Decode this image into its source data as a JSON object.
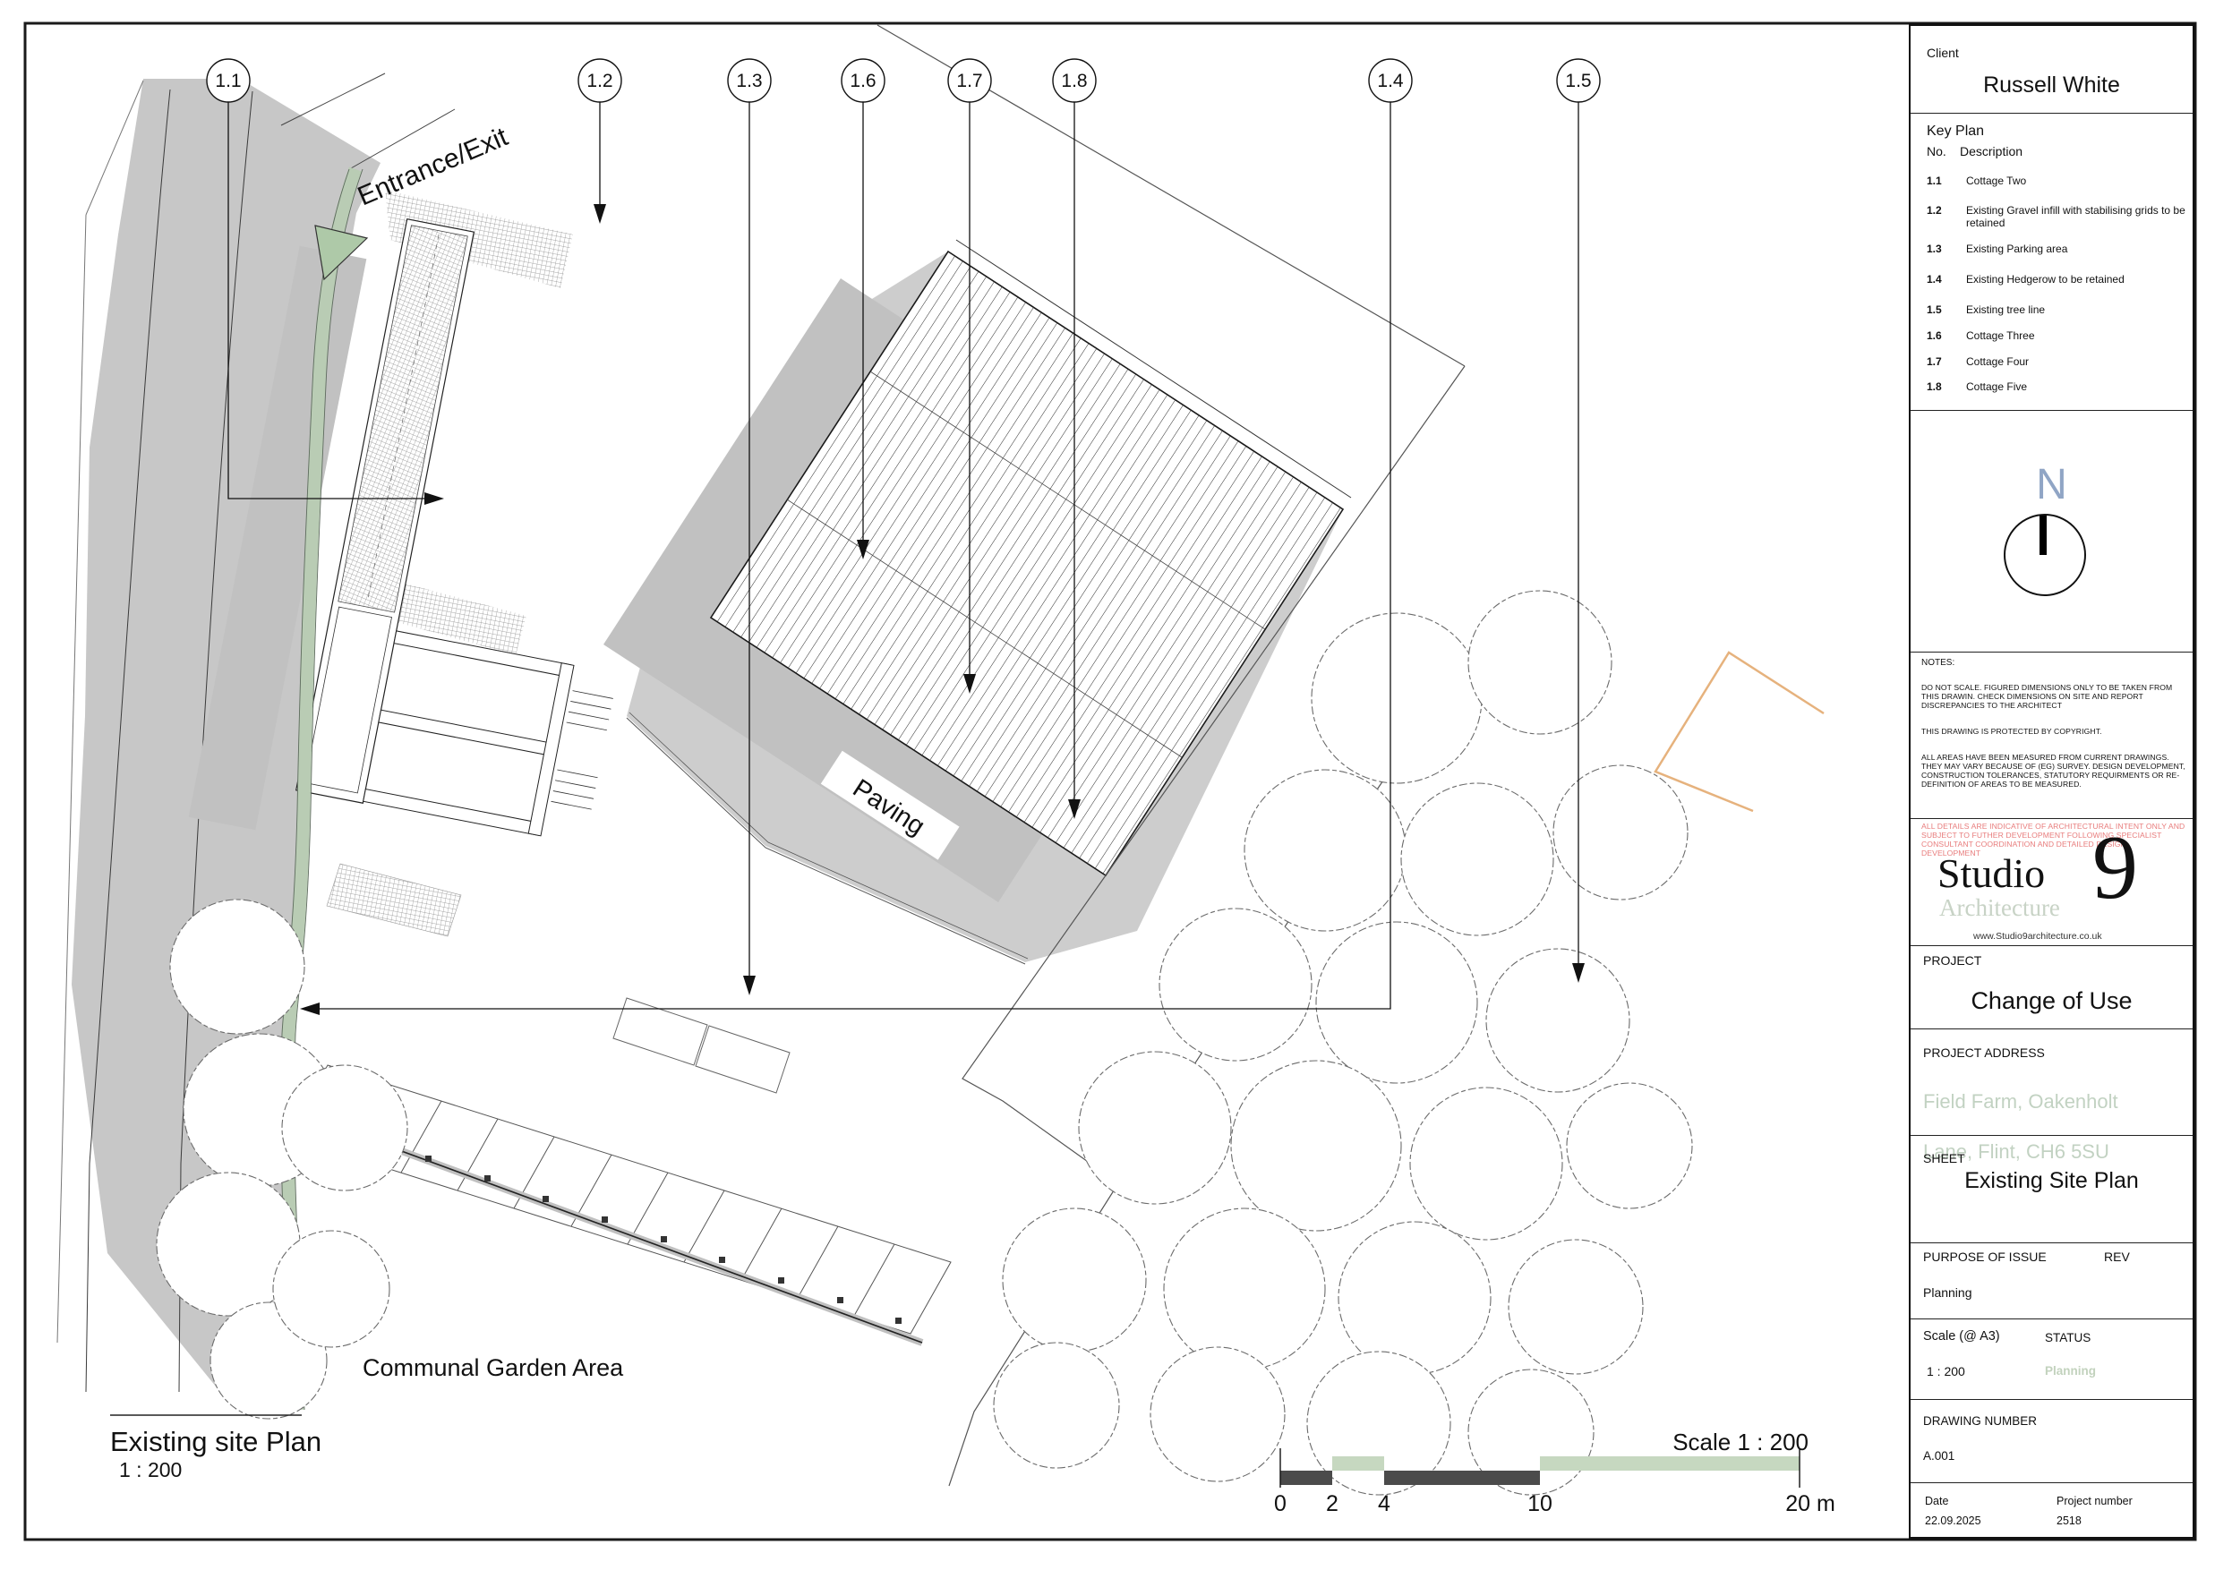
{
  "drawing": {
    "callouts": [
      {
        "label": "1.1"
      },
      {
        "label": "1.2"
      },
      {
        "label": "1.3"
      },
      {
        "label": "1.6"
      },
      {
        "label": "1.7"
      },
      {
        "label": "1.8"
      },
      {
        "label": "1.4"
      },
      {
        "label": "1.5"
      }
    ],
    "annotations": {
      "entrance": "Entrance/Exit",
      "paving": "Paving",
      "communal": "Communal Garden Area"
    },
    "view_title": {
      "title": "Existing site Plan",
      "scale": "1 : 200"
    },
    "scale_bar": {
      "caption": "Scale 1 : 200",
      "ticks": [
        "0",
        "2",
        "4",
        "10",
        "20 m"
      ]
    },
    "colors": {
      "hedgerow_green": "#b9ccb4",
      "paving_gray": "#cdcdcd",
      "shadow_gray": "#c1c1c1",
      "scale_bar_green": "#c6d8c0",
      "scale_bar_dark": "#4b4b4b",
      "north_letter_blue": "#90a5c5",
      "warning_red": "#e87c7c",
      "accent_pale_green": "#c2d2c2",
      "orange_outline": "#e6b27d"
    }
  },
  "title_block": {
    "client_label": "Client",
    "client": "Russell White",
    "key_plan": {
      "title": "Key Plan",
      "col_no": "No.",
      "col_desc": "Description",
      "rows": [
        {
          "no": "1.1",
          "desc": "Cottage Two"
        },
        {
          "no": "1.2",
          "desc": "Existing Gravel infill with stabilising grids to be retained"
        },
        {
          "no": "1.3",
          "desc": "Existing Parking area"
        },
        {
          "no": "1.4",
          "desc": "Existing Hedgerow to be retained"
        },
        {
          "no": "1.5",
          "desc": "Existing tree line"
        },
        {
          "no": "1.6",
          "desc": "Cottage Three"
        },
        {
          "no": "1.7",
          "desc": "Cottage Four"
        },
        {
          "no": "1.8",
          "desc": "Cottage Five"
        }
      ]
    },
    "north_letter": "N",
    "notes": {
      "heading": "NOTES:",
      "paragraphs": [
        "DO NOT SCALE. FIGURED DIMENSIONS ONLY TO BE TAKEN FROM THIS DRAWIN. CHECK DIMENSIONS ON SITE AND REPORT DISCREPANCIES TO THE ARCHITECT",
        "THIS DRAWING IS PROTECTED BY COPYRIGHT.",
        "ALL AREAS HAVE BEEN MEASURED FROM CURRENT DRAWINGS. THEY MAY VARY BECAUSE OF (EG) SURVEY. DESIGN DEVELOPMENT, CONSTRUCTION TOLERANCES, STATUTORY REQUIRMENTS OR RE-DEFINITION OF AREAS TO BE MEASURED."
      ],
      "warning": "ALL DETAILS ARE INDICATIVE OF ARCHITECTURAL INTENT ONLY AND SUBJECT TO FUTHER DEVELOPMENT FOLLOWING SPECIALIST CONSULTANT COORDINATION AND DETAILED DESIGN DEVELOPMENT"
    },
    "logo": {
      "word1": "Studio",
      "digit": "9",
      "word2": "Architecture",
      "url": "www.Studio9architecture.co.uk"
    },
    "project": {
      "label": "PROJECT",
      "value": "Change of Use"
    },
    "address": {
      "label": "PROJECT ADDRESS",
      "line1": "Field Farm, Oakenholt",
      "line2": "Lane, Flint, CH6 5SU"
    },
    "sheet": {
      "label": "SHEET",
      "value": "Existing Site Plan"
    },
    "issue": {
      "label": "PURPOSE OF ISSUE",
      "rev_label": "REV",
      "value": "Planning"
    },
    "scale": {
      "label": "Scale (@ A3)",
      "value": "1 : 200",
      "status_label": "STATUS",
      "status_value": "Planning"
    },
    "drawing_number": {
      "label": "DRAWING NUMBER",
      "value": "A.001"
    },
    "date": {
      "label": "Date",
      "value": "22.09.2025"
    },
    "project_number": {
      "label": "Project number",
      "value": "2518"
    }
  }
}
